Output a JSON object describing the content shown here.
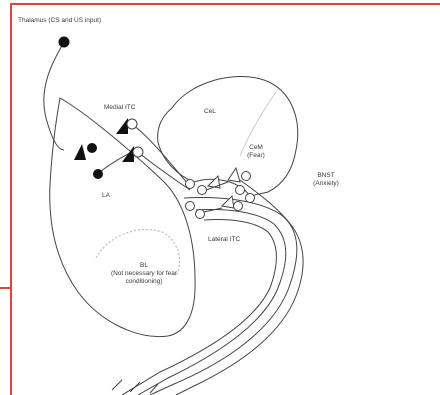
{
  "colors": {
    "frame": "#d9463a",
    "stroke": "#444444",
    "fill_dark": "#111111",
    "dashed": "#bbbbbb"
  },
  "labels": {
    "thalamus": "Thalamus (CS and US input)",
    "medial_itc": "Medial ITC",
    "la": "LA",
    "cel": "CeL",
    "cem": "CeM",
    "cem_sub": "(Fear)",
    "bnst": "BNST",
    "bnst_sub": "(Anxiety)",
    "lateral_itc": "Lateral ITC",
    "bl": "BL",
    "bl_sub_1": "(Not necessary for fear",
    "bl_sub_2": "conditioning)"
  }
}
